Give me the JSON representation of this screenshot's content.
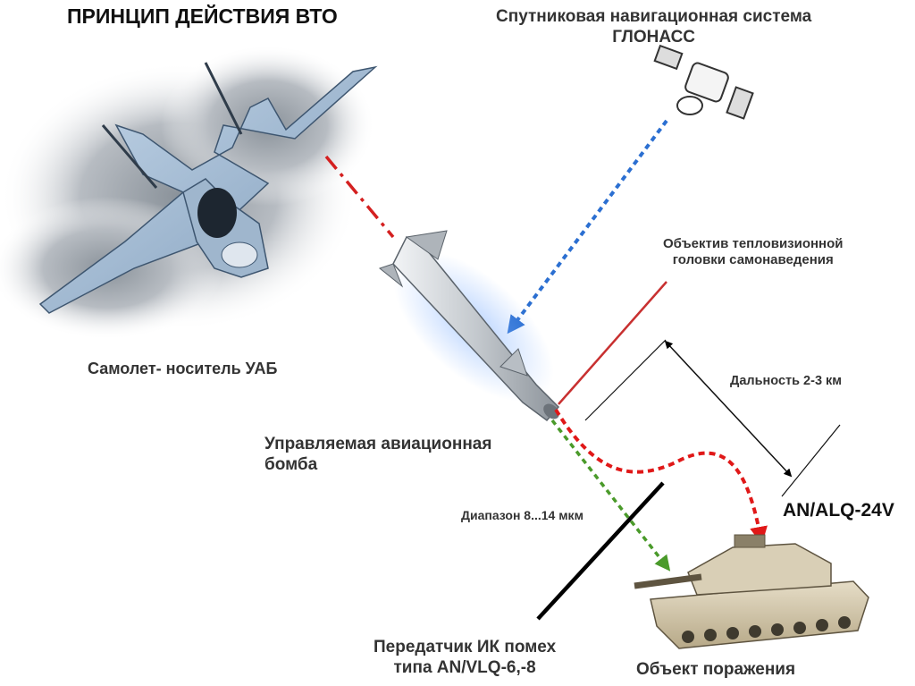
{
  "title": "ПРИНЦИП ДЕЙСТВИЯ ВТО",
  "satellite": {
    "line1": "Спутниковая навигационная система",
    "line2": "ГЛОНАСС",
    "icon": "satellite-icon"
  },
  "seeker": {
    "line1": "Объектив тепловизионной",
    "line2": "головки самонаведения"
  },
  "carrier": {
    "label": "Самолет- носитель УАБ",
    "icon": "fighter-jet-icon"
  },
  "range": {
    "label": "Дальность 2-3 км"
  },
  "bomb": {
    "line1": "Управляемая авиационная",
    "line2": "бомба",
    "icon": "guided-bomb-icon"
  },
  "ir_band": {
    "label": "Диапазон 8...14 мкм"
  },
  "external_jammer": {
    "label": "AN/ALQ-24V"
  },
  "ir_jammer": {
    "line1": "Передатчик ИК помех",
    "line2": "типа AN/VLQ-6,-8"
  },
  "target": {
    "label": "Объект поражения",
    "icon": "tank-icon"
  },
  "colors": {
    "aircraft_link": "#d42020",
    "satellite_link": "#2b6fd1",
    "ir_signal": "#4a9a2a",
    "terminal_path": "#e01818",
    "seeker_line": "#c83030",
    "jammer_line": "#000000"
  }
}
